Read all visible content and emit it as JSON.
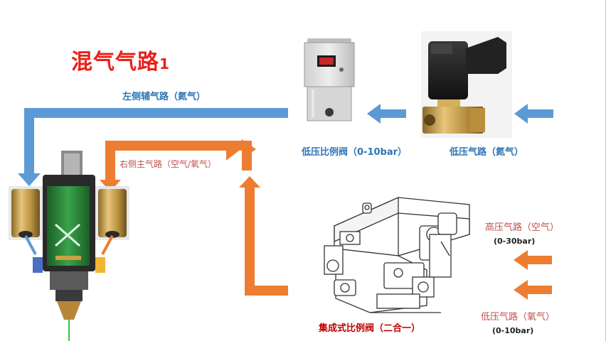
{
  "title": {
    "main": "混气气路",
    "suffix": "1"
  },
  "labels": {
    "left_aux_path": "左侧辅气路（氮气）",
    "right_main_path": "右侧主气路（空气/氧气）",
    "low_pressure_valve": "低压比例阀（0-10bar）",
    "low_pressure_nitrogen": "低压气路（氮气）",
    "high_pressure_air": "高压气路（空气）",
    "high_pressure_range": "(0-30bar)",
    "low_pressure_oxygen": "低压气路（氧气）",
    "low_pressure_range": "(0-10bar)",
    "integrated_valve": "集成式比例阀（二合一）"
  },
  "colors": {
    "blue": "#5b9bd5",
    "orange": "#ed7d31",
    "title_red": "#e8211a",
    "brass": "#c9a24a",
    "head_green": "#2e8b3a"
  }
}
